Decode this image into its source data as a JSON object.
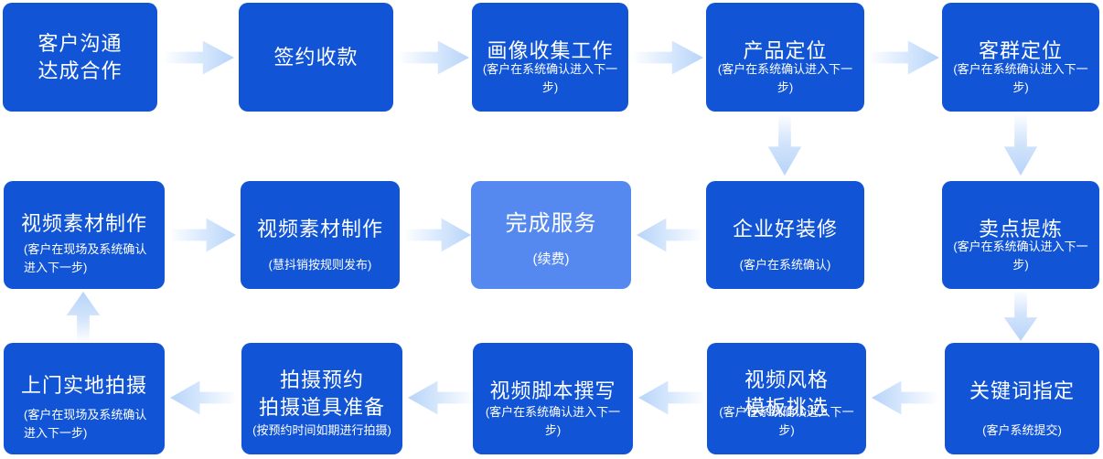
{
  "colors": {
    "primary_box": "#1154d6",
    "highlight_box": "#5689f0",
    "arrow": "#b7d4f9",
    "text": "#ffffff",
    "background": "#ffffff"
  },
  "nodes": [
    {
      "id": "n1",
      "title": "客户沟通\n达成合作",
      "subtitle": ""
    },
    {
      "id": "n2",
      "title": "签约收款",
      "subtitle": ""
    },
    {
      "id": "n3",
      "title": "画像收集工作",
      "subtitle": "(客户在系统确认进入下一步)"
    },
    {
      "id": "n4",
      "title": "产品定位",
      "subtitle": "(客户在系统确认进入下一步)"
    },
    {
      "id": "n5",
      "title": "客群定位",
      "subtitle": "(客户在系统确认进入下一步)"
    },
    {
      "id": "n6",
      "title": "视频素材制作",
      "subtitle": "(客户在现场及系统确认\n进入下一步)"
    },
    {
      "id": "n7",
      "title": "视频素材制作",
      "subtitle": "(慧抖销按规则发布)"
    },
    {
      "id": "n8",
      "title": "完成服务",
      "subtitle": "(续费)",
      "highlighted": true
    },
    {
      "id": "n9",
      "title": "企业好装修",
      "subtitle": "(客户在系统确认)"
    },
    {
      "id": "n10",
      "title": "卖点提炼",
      "subtitle": "(客户在系统确认进入下一步)"
    },
    {
      "id": "n11",
      "title": "上门实地拍摄",
      "subtitle": "(客户在现场及系统确认\n进入下一步)"
    },
    {
      "id": "n12",
      "title": "拍摄预约\n拍摄道具准备",
      "subtitle": "(按预约时间如期进行拍摄)"
    },
    {
      "id": "n13",
      "title": "视频脚本撰写",
      "subtitle": "(客户在系统确认进入下一步)"
    },
    {
      "id": "n14",
      "title": "视频风格\n模板挑选",
      "subtitle": "(客户在系统确认进入下一步)"
    },
    {
      "id": "n15",
      "title": "关键词指定",
      "subtitle": "(客户系统提交)"
    }
  ],
  "edges": [
    {
      "from": "n1",
      "to": "n2",
      "direction": "right"
    },
    {
      "from": "n2",
      "to": "n3",
      "direction": "right"
    },
    {
      "from": "n3",
      "to": "n4",
      "direction": "right"
    },
    {
      "from": "n4",
      "to": "n5",
      "direction": "right"
    },
    {
      "from": "n4",
      "to": "n9",
      "direction": "down"
    },
    {
      "from": "n5",
      "to": "n10",
      "direction": "down"
    },
    {
      "from": "n6",
      "to": "n7",
      "direction": "right"
    },
    {
      "from": "n7",
      "to": "n8",
      "direction": "right"
    },
    {
      "from": "n9",
      "to": "n8",
      "direction": "left"
    },
    {
      "from": "n10",
      "to": "n15",
      "direction": "down"
    },
    {
      "from": "n15",
      "to": "n14",
      "direction": "left"
    },
    {
      "from": "n14",
      "to": "n13",
      "direction": "left"
    },
    {
      "from": "n13",
      "to": "n12",
      "direction": "left"
    },
    {
      "from": "n12",
      "to": "n11",
      "direction": "left"
    },
    {
      "from": "n11",
      "to": "n6",
      "direction": "up"
    }
  ]
}
